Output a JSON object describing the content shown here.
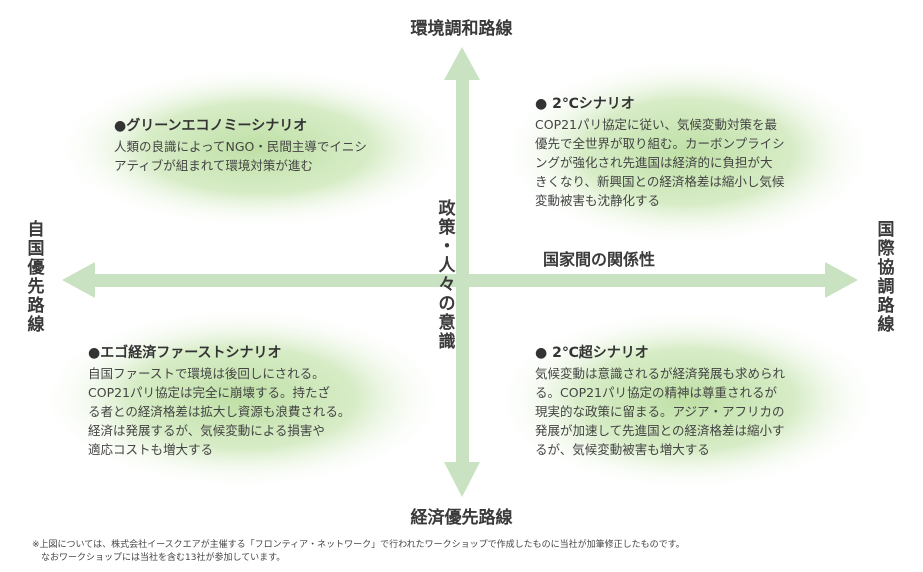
{
  "axes": {
    "top": "環境調和路線",
    "bottom": "経済優先路線",
    "left": "自国優先路線",
    "right": "国際協調路線",
    "horizontal_caption": "国家間の関係性",
    "vertical_caption": "政策・人々の意識"
  },
  "quadrants": {
    "top_left": {
      "title": "●グリーンエコノミーシナリオ",
      "body": "人類の良識によってNGO・民間主導でイニシ\nアティブが組まれて環境対策が進む"
    },
    "top_right": {
      "title": "● 2℃シナリオ",
      "body": "COP21パリ協定に従い、気候変動対策を最\n優先で全世界が取り組む。カーボンプライシ\nングが強化され先進国は経済的に負担が大\nきくなり、新興国との経済格差は縮小し気候\n変動被害も沈静化する"
    },
    "bottom_left": {
      "title": "●エゴ経済ファーストシナリオ",
      "body": "自国ファーストで環境は後回しにされる。\nCOP21パリ協定は完全に崩壊する。持たざ\nる者との経済格差は拡大し資源も浪費される。\n経済は発展するが、気候変動による損害や\n適応コストも増大する"
    },
    "bottom_right": {
      "title": "● 2℃超シナリオ",
      "body": "気候変動は意識されるが経済発展も求められ\nる。COP21パリ協定の精神は尊重されるが\n現実的な政策に留まる。アジア・アフリカの\n発展が加速して先進国との経済格差は縮小す\nるが、気候変動被害も増大する"
    }
  },
  "footnote": "※上図については、株式会社イースクエアが主催する「フロンティア・ネットワーク」で行われたワークショップで作成したものに当社が加筆修正したものです。\n　なおワークショップには当社を含む13社が参加しています。",
  "colors": {
    "arrow": "#c9e2c1",
    "glow": "#b7dc9b",
    "text": "#3a3a3a"
  }
}
